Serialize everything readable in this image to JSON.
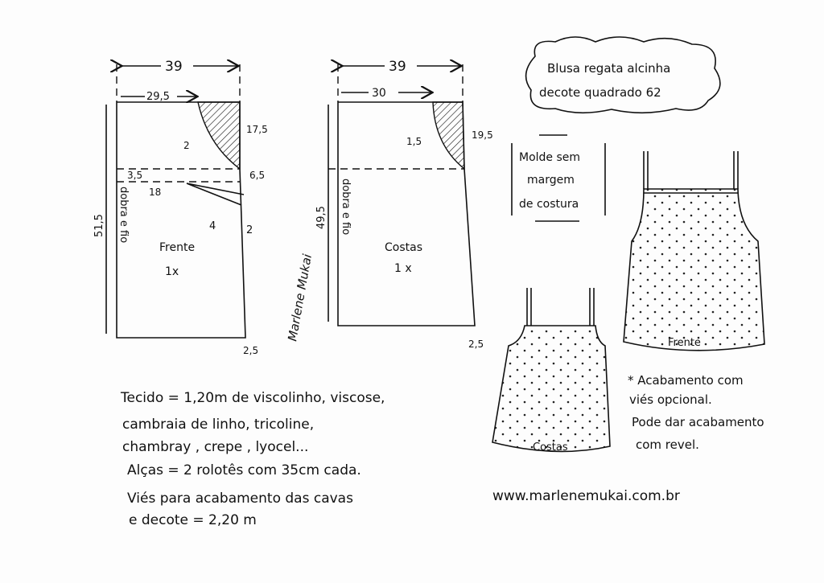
{
  "title": {
    "line1": "Blusa regata alcinha",
    "line2": "decote quadrado 62"
  },
  "note_box": {
    "line1": "Molde sem",
    "line2": "margem",
    "line3": "de costura"
  },
  "front_pattern": {
    "label": "Frente",
    "count": "1x",
    "fold": "dobra e fio",
    "width_total": "39",
    "width_top": "29,5",
    "height": "51,5",
    "neck_depth": "17,5",
    "armhole_curve": "2",
    "bust_offset": "3,5",
    "dart_length": "18",
    "dart_offset": "6,5",
    "dart_width": "4",
    "side_extension": "2",
    "hem_extension": "2,5"
  },
  "back_pattern": {
    "label": "Costas",
    "count": "1 x",
    "fold": "dobra e fio",
    "width_total": "39",
    "width_top": "30",
    "height": "49,5",
    "neck_depth": "19,5",
    "armhole_curve": "1,5",
    "hem_extension": "2,5"
  },
  "signature": "Marlene Mukai",
  "materials": {
    "line1": "Tecido = 1,20m de viscolinho, viscose,",
    "line2": "cambraia de linho, tricoline,",
    "line3": "chambray , crepe , lyocel...",
    "line4": "Alças = 2 rolotês com 35cm cada.",
    "line5": "Viés para acabamento das cavas",
    "line6": "e decote = 2,20 m"
  },
  "illustrations": {
    "front_label": "Frente",
    "back_label": "Costas"
  },
  "finishing_note": {
    "line1": "* Acabamento com",
    "line2": "viés opcional.",
    "line3": "Pode dar acabamento",
    "line4": "com revel."
  },
  "website": "www.marlenemukai.com.br"
}
